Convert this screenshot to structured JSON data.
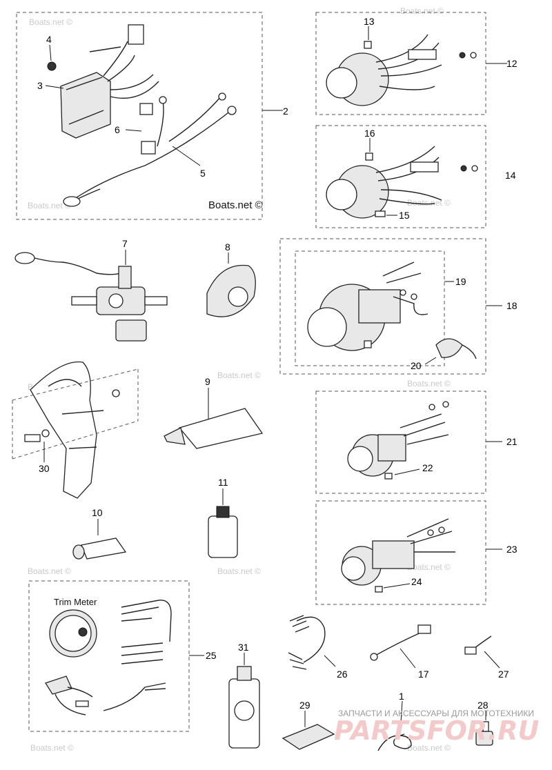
{
  "watermark": "Boats.net ©",
  "inline_watermark": "Boats.net ©",
  "trim_meter_label": "Trim Meter",
  "footer": {
    "text": "ЗАПЧАСТИ И АКСЕССУАРЫ ДЛЯ МОТОТЕХНИКИ",
    "logo": "PARTSFOR.RU"
  },
  "callouts": {
    "c1": "1",
    "c2": "2",
    "c3": "3",
    "c4": "4",
    "c5": "5",
    "c6": "6",
    "c7": "7",
    "c8": "8",
    "c9": "9",
    "c10": "10",
    "c11": "11",
    "c12": "12",
    "c13": "13",
    "c14": "14",
    "c15": "15",
    "c16": "16",
    "c17": "17",
    "c18": "18",
    "c19": "19",
    "c20": "20",
    "c21": "21",
    "c22": "22",
    "c23": "23",
    "c24": "24",
    "c25": "25",
    "c26": "26",
    "c27": "27",
    "c28": "28",
    "c29": "29",
    "c30": "30",
    "c31": "31"
  }
}
